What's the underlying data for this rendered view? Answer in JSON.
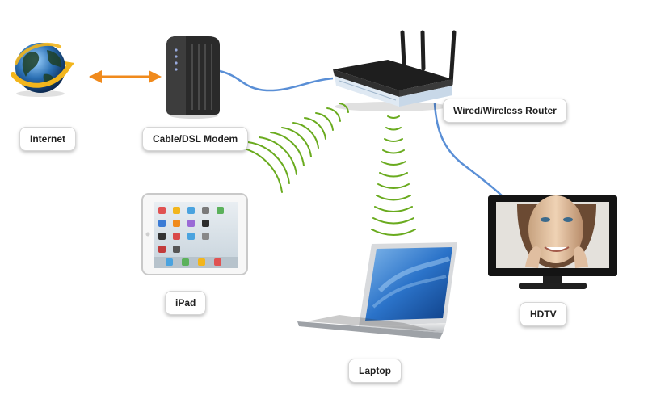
{
  "labels": {
    "internet": "Internet",
    "modem": "Cable/DSL Modem",
    "router": "Wired/Wireless Router",
    "ipad": "iPad",
    "laptop": "Laptop",
    "hdtv": "HDTV"
  },
  "colors": {
    "cable": "#5a8fd6",
    "wifi": "#6aab1f",
    "arrow": "#f08a1c",
    "device_dark": "#2b2b2b"
  },
  "icons": {
    "internet": "globe-icon",
    "modem": "modem-icon",
    "router": "router-icon",
    "ipad": "tablet-icon",
    "laptop": "laptop-icon",
    "hdtv": "tv-icon"
  }
}
